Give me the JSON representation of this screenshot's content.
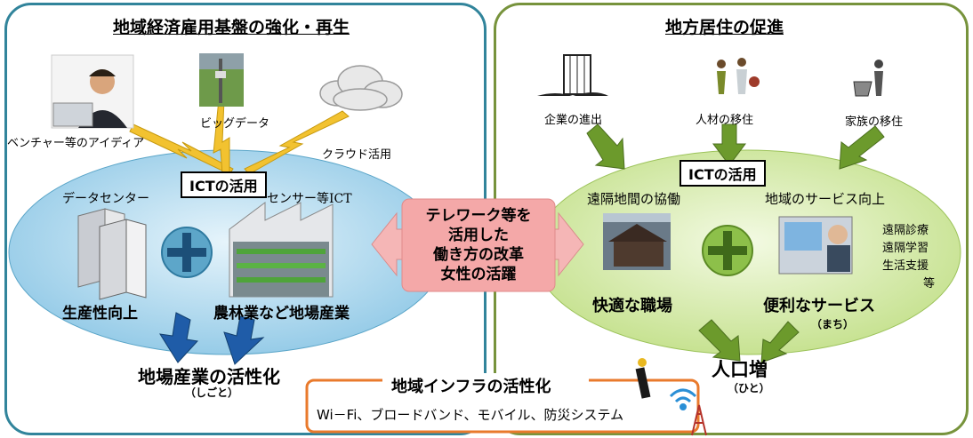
{
  "left_panel": {
    "title": "地域経済雇用基盤の強化・再生",
    "labels": {
      "venture": "ベンチャー等のアイディア",
      "bigdata": "ビッグデータ",
      "cloud": "クラウド活用",
      "ict": "ICTの活用",
      "datacenter": "データセンター",
      "sensor": "センサー等ICT",
      "productivity": "生産性向上",
      "agri": "農林業など地場産業"
    },
    "result": "地場産業の活性化",
    "result_sub": "（しごと）"
  },
  "right_panel": {
    "title": "地方居住の促進",
    "labels": {
      "company": "企業の進出",
      "talent": "人材の移住",
      "family": "家族の移住",
      "ict": "ICTの活用",
      "remote_work": "遠隔地間の協働",
      "service_up": "地域のサービス向上",
      "workplace": "快適な職場",
      "services": "便利なサービス",
      "services_sub": "（まち）",
      "service_list": [
        "遠隔診療",
        "遠隔学習",
        "生活支援"
      ],
      "service_list_suffix": "等"
    },
    "result": "人口増",
    "result_sub": "（ひと）"
  },
  "center_box": [
    "テレワーク等を",
    "活用した",
    "働き方の改革",
    "女性の活躍"
  ],
  "infra": {
    "title": "地域インフラの活性化",
    "items": "Wi－Fi、ブロードバンド、モバイル、防災システム"
  },
  "colors": {
    "left_border": "#31849b",
    "right_border": "#77933c",
    "left_ellipse": "#a9d6ec",
    "right_ellipse": "#d8ebb0",
    "arrow_blue": "#1f5ca8",
    "arrow_green": "#6c9a2c",
    "lightning": "#f2c230",
    "center_box": "#f4a8a8",
    "center_arrow": "#f5b6b6",
    "infra_border": "#e97a2c"
  }
}
